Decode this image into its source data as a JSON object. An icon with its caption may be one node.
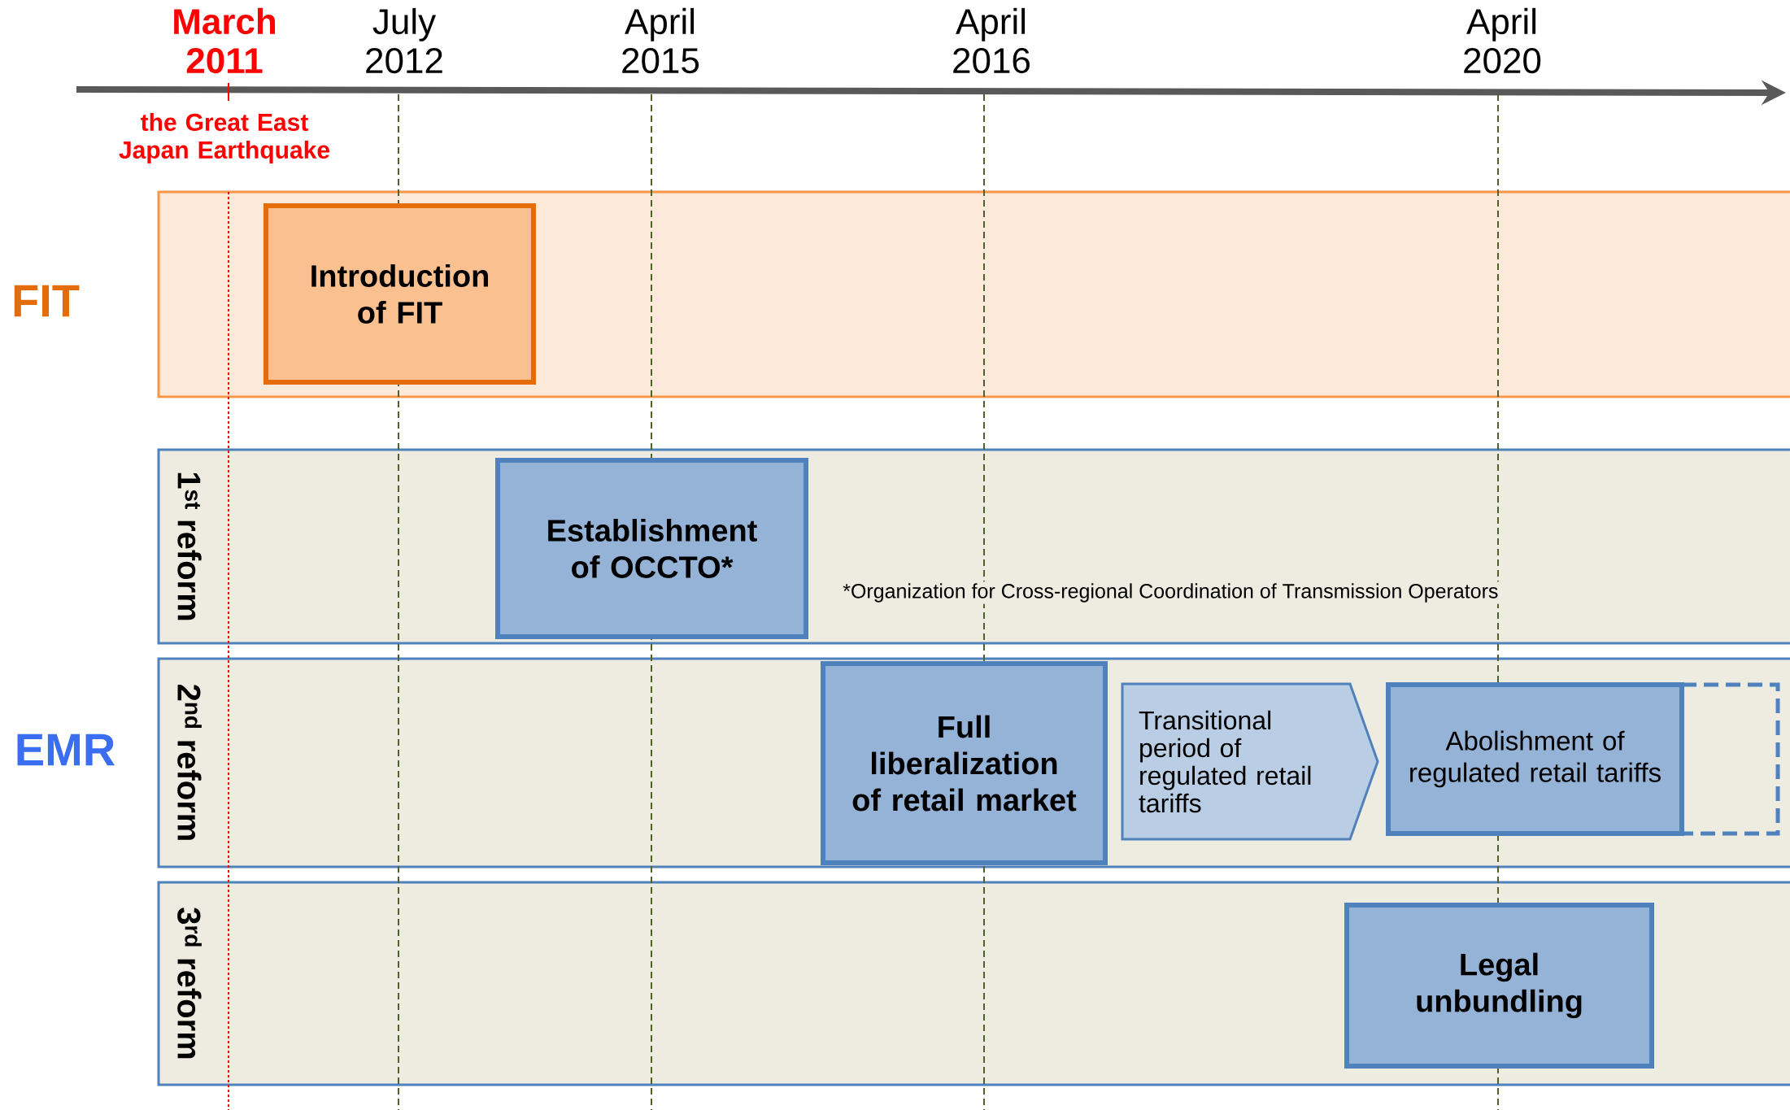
{
  "diagram": {
    "nodes": [
      {
        "text": [
          "FIT"
        ]
      },
      {
        "text": [
          "Introduction of FIT"
        ],
        "in": 0
      },
      {
        "text": [
          "1$^{st}$ reform"
        ]
      },
      {
        "text": [
          "Establishment of OCCTO*"
        ],
        "in": 2
      },
      {
        "text": [
          "2$^{nd}$ reform"
        ]
      },
      {
        "text": [
          "Full liberalization of retail market"
        ],
        "in": 4
      },
      {
        "text": [
          "Transitional period of regulated retail tariffs"
        ],
        "in": 4
      },
      {
        "text": [
          "Abolishment of regulated retail tariffs"
        ],
        "in": 4
      },
      {
        "text": [
          "3$^{rd}$ reform"
        ]
      },
      {
        "text": [
          "Legal unbundling"
        ],
        "in": 8
      }
    ],
    "labels": [
      "March 2011",
      "July 2012",
      "April 2015",
      "April 2016",
      "April 2020",
      "the Great East Japan Earthquake",
      "EMR",
      "*Organization for Cross-regional Coordination of Transmission Operators"
    ]
  }
}
